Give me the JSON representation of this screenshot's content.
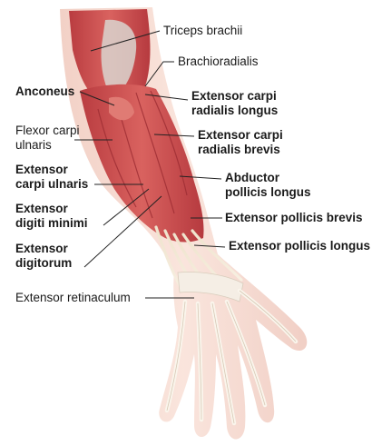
{
  "diagram": {
    "labels": {
      "triceps": [
        "Triceps brachii"
      ],
      "brachioradialis": [
        "Brachioradialis"
      ],
      "anconeus": [
        "Anconeus"
      ],
      "ecrl": [
        "Extensor carpi",
        "radialis longus"
      ],
      "fcu": [
        "Flexor carpi",
        "ulnaris"
      ],
      "ecrb": [
        "Extensor carpi",
        "radialis brevis"
      ],
      "ecu": [
        "Extensor",
        "carpi ulnaris"
      ],
      "apl": [
        "Abductor",
        "pollicis longus"
      ],
      "edm": [
        "Extensor",
        "digiti minimi"
      ],
      "epb": [
        "Extensor pollicis brevis"
      ],
      "ed": [
        "Extensor",
        "digitorum"
      ],
      "epl": [
        "Extensor pollicis longus"
      ],
      "retinaculum": [
        "Extensor retinaculum"
      ]
    },
    "colors": {
      "muscle": "#c8474a",
      "muscle_light": "#e6a19c",
      "tendon": "#f2ead8",
      "skin": "#f4d2c6",
      "bone": "#fbf6ee",
      "leader": "#222222",
      "text": "#1a1a1a"
    }
  }
}
